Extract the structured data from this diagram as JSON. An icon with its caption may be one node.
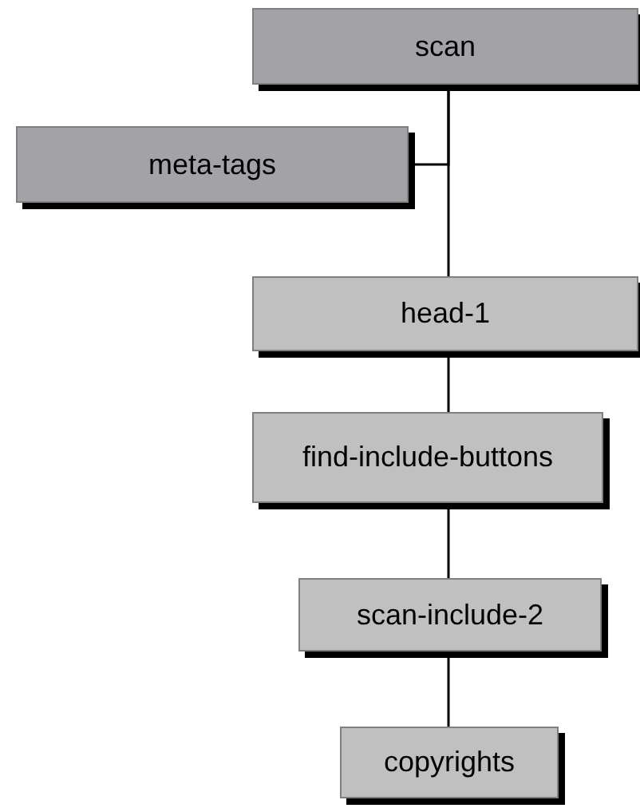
{
  "diagram": {
    "nodes": [
      {
        "text": [
          "scan"
        ]
      },
      {
        "text": [
          "meta-tags"
        ]
      },
      {
        "text": [
          "head-1"
        ]
      },
      {
        "text": [
          "find-include-buttons"
        ]
      },
      {
        "text": [
          "scan-include-2"
        ]
      },
      {
        "text": [
          "copyrights"
        ]
      }
    ],
    "edges": [
      {
        "from": 0,
        "to": 1,
        "arrow": "none"
      },
      {
        "from": 0,
        "to": 2,
        "arrow": "none"
      },
      {
        "from": 2,
        "to": 3,
        "arrow": "none"
      },
      {
        "from": 3,
        "to": 4,
        "arrow": "none"
      },
      {
        "from": 4,
        "to": 5,
        "arrow": "none"
      }
    ]
  }
}
